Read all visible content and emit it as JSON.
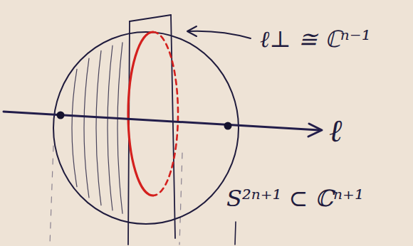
{
  "diagram": {
    "labels": [
      "ℓ⊥ ≅ ℂⁿ⁻¹",
      "ℓ",
      "S²ⁿ⁺¹ ⊂ ℂⁿ⁺¹"
    ]
  }
}
